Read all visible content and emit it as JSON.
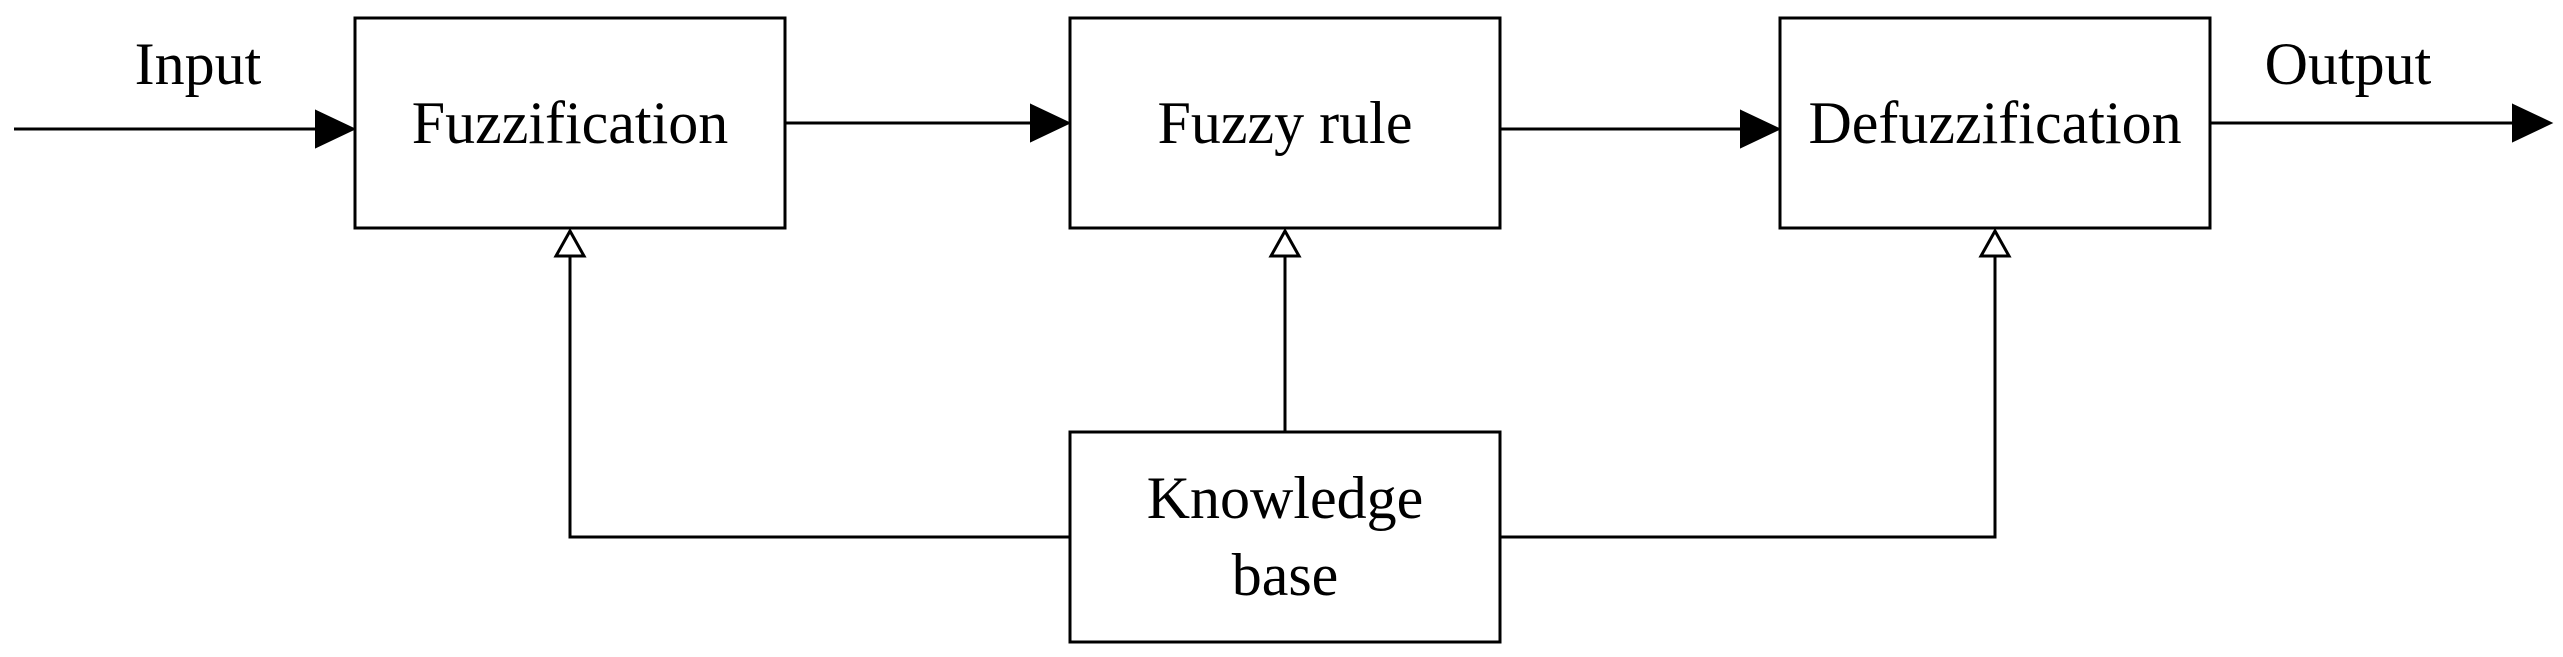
{
  "diagram": {
    "input_label": "Input",
    "output_label": "Output",
    "fuzzification": "Fuzzification",
    "fuzzy_rule": "Fuzzy rule",
    "defuzzification": "Defuzzification",
    "knowledge_base_line1": "Knowledge",
    "knowledge_base_line2": "base"
  },
  "colors": {
    "stroke": "#000000",
    "background": "#ffffff"
  }
}
